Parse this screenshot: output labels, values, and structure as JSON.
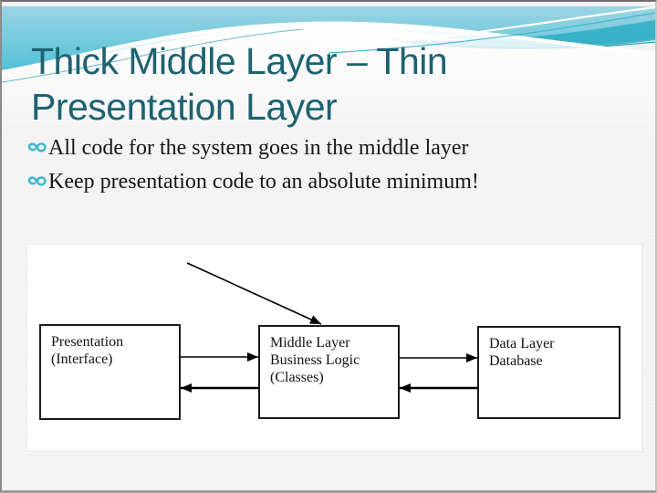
{
  "slide": {
    "title": {
      "line1": "Thick Middle Layer – Thin",
      "line2": "Presentation Layer"
    },
    "bullets": [
      {
        "text": "All code for the system goes in the middle layer"
      },
      {
        "text": "Keep presentation code to an absolute minimum!"
      }
    ],
    "diagram": {
      "boxes": [
        {
          "id": "presentation-box",
          "lines": [
            "Presentation",
            "(Interface)"
          ]
        },
        {
          "id": "middle-layer-box",
          "lines": [
            "Middle Layer",
            "Business Logic",
            "(Classes)"
          ]
        },
        {
          "id": "data-layer-box",
          "lines": [
            "Data Layer",
            "Database"
          ]
        }
      ],
      "arrows": [
        {
          "name": "annotation-arrow",
          "from": "upper-left area",
          "to": "middle-layer-box top edge"
        },
        {
          "name": "presentation-to-middle-arrow",
          "from": "presentation-box",
          "to": "middle-layer-box"
        },
        {
          "name": "middle-to-presentation-arrow",
          "from": "middle-layer-box",
          "to": "presentation-box"
        },
        {
          "name": "middle-to-data-arrow",
          "from": "middle-layer-box",
          "to": "data-layer-box"
        },
        {
          "name": "data-to-middle-arrow",
          "from": "data-layer-box",
          "to": "middle-layer-box"
        }
      ]
    },
    "colors": {
      "title_text": "#1d6270",
      "body_text": "#161616",
      "bullet_icon": "#35b7cb",
      "header_band_top": "#9bd4e3",
      "header_band_bottom": "#52c1d8",
      "header_accent": "#2eadc4",
      "box_border": "#1a1a1a",
      "diagram_bg": "#ffffff",
      "slide_bg": "#f4f4f4"
    }
  }
}
